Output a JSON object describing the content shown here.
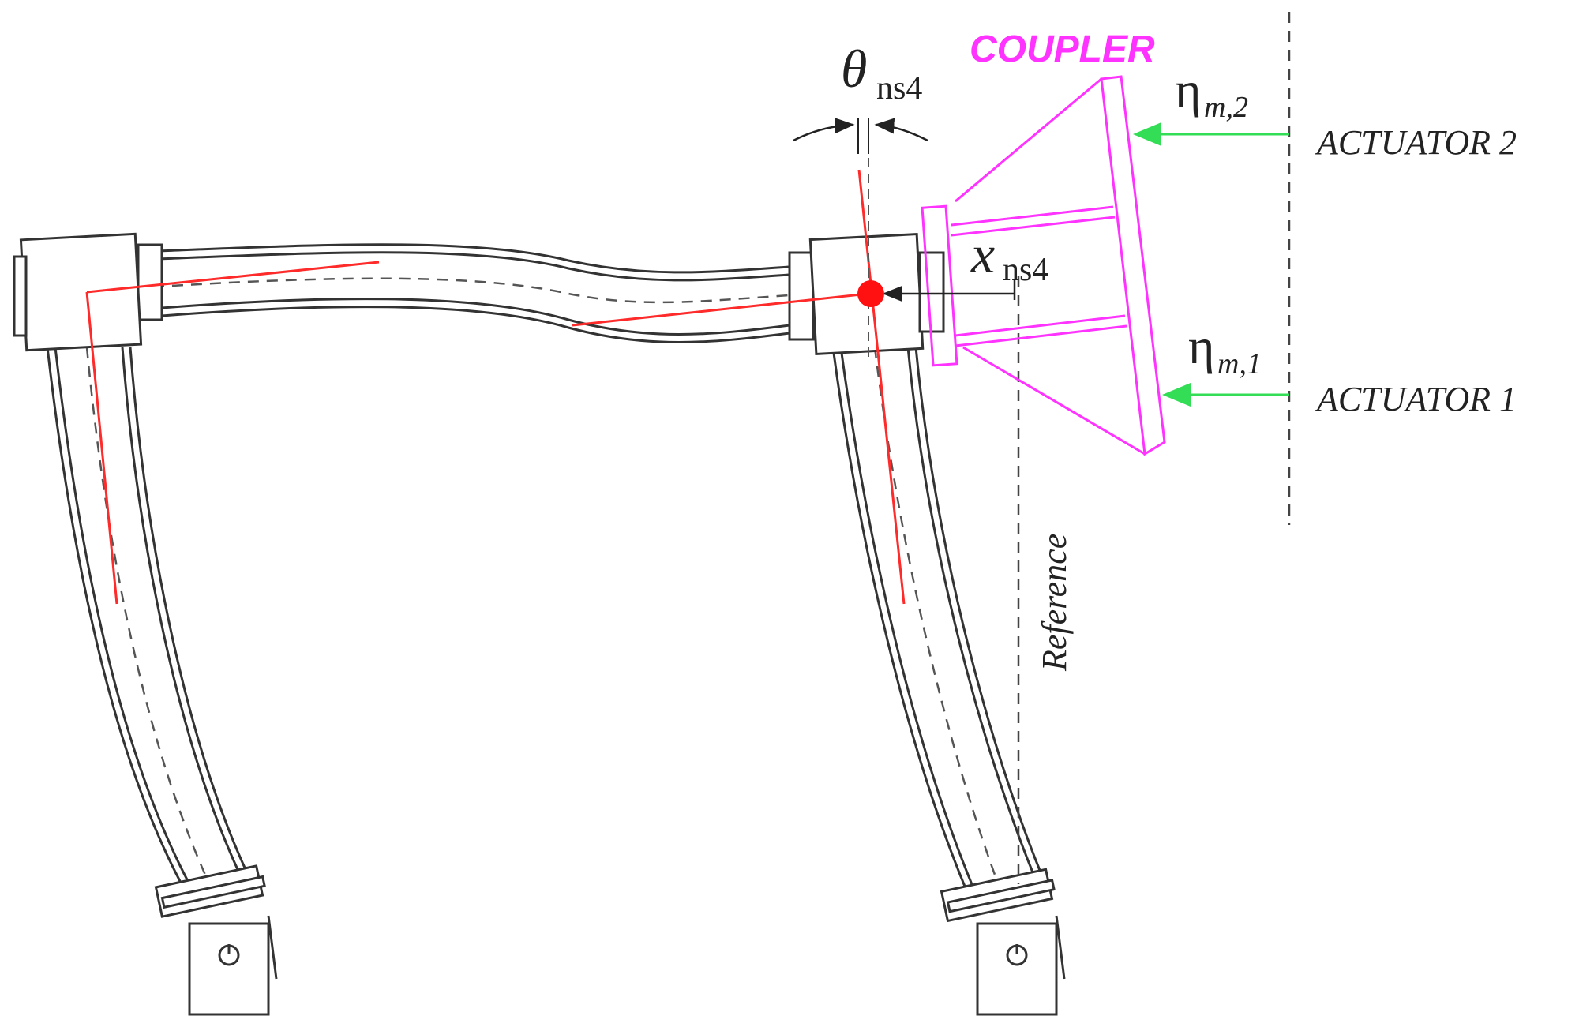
{
  "labels": {
    "coupler": "COUPLER",
    "theta_symbol": "θ",
    "theta_sub": "ns4",
    "x_symbol": "x",
    "x_sub": "ns4",
    "eta_symbol": "η",
    "eta2_sub": "m,2",
    "eta1_sub": "m,1",
    "actuator2": "ACTUATOR 2",
    "actuator1": "ACTUATOR 1",
    "reference": "Reference"
  },
  "colors": {
    "frame": "#333333",
    "centerline": "#555555",
    "deformed": "#ff2a2a",
    "coupler": "#ff33ff",
    "actuator_arrow": "#33dd55",
    "node": "#ff1111"
  },
  "icons": {
    "node_marker": "red-dot",
    "pin_left": "pin-circle",
    "pin_right": "pin-circle"
  }
}
